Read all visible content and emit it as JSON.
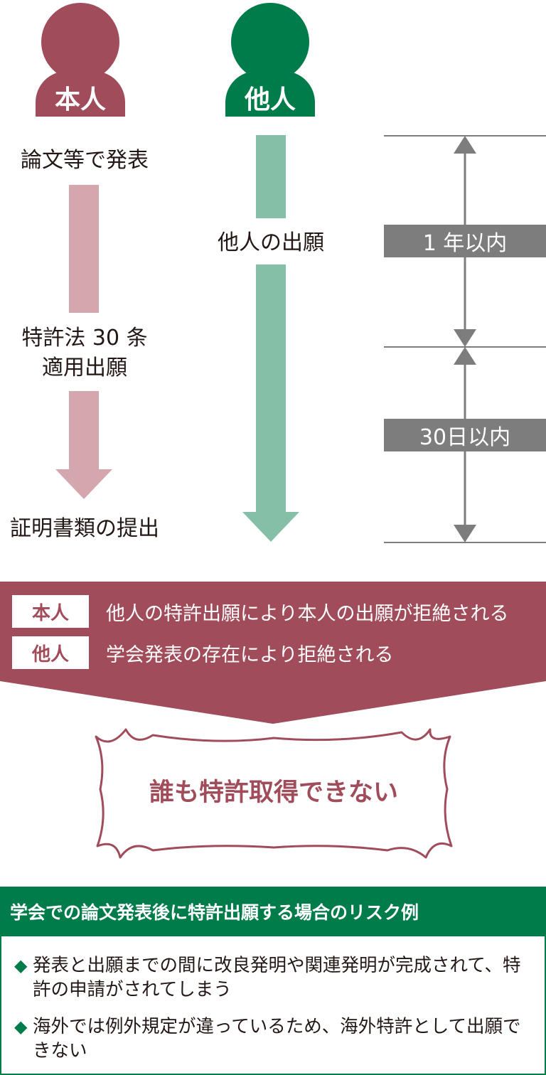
{
  "persons": {
    "self": {
      "label": "本人",
      "color": "#a14c5a"
    },
    "other": {
      "label": "他人",
      "color": "#007c4a"
    }
  },
  "timeline": {
    "self_steps": [
      "論文等で発表",
      "特許法 30 条",
      "適用出願",
      "証明書類の提出"
    ],
    "other_step": "他人の出願",
    "intervals": [
      "1 年以内",
      "30日以内"
    ]
  },
  "outcome": {
    "rows": [
      {
        "tag": "本人",
        "text": "他人の特許出願により本人の出願が拒絶される"
      },
      {
        "tag": "他人",
        "text": "学会発表の存在により拒絶される"
      }
    ],
    "result": "誰も特許取得できない"
  },
  "risk": {
    "title": "学会での論文発表後に特許出願する場合のリスク例",
    "bullet": "◆",
    "items": [
      "発表と出願までの間に改良発明や関連発明が完成されて、特許の申請がされてしまう",
      "海外では例外規定が違っているため、海外特許として出願できない"
    ]
  },
  "colors": {
    "self_light": "#d4a7af",
    "other_light": "#85bfa8",
    "gray": "#7d7d7d",
    "banner": "#a14c5a"
  }
}
